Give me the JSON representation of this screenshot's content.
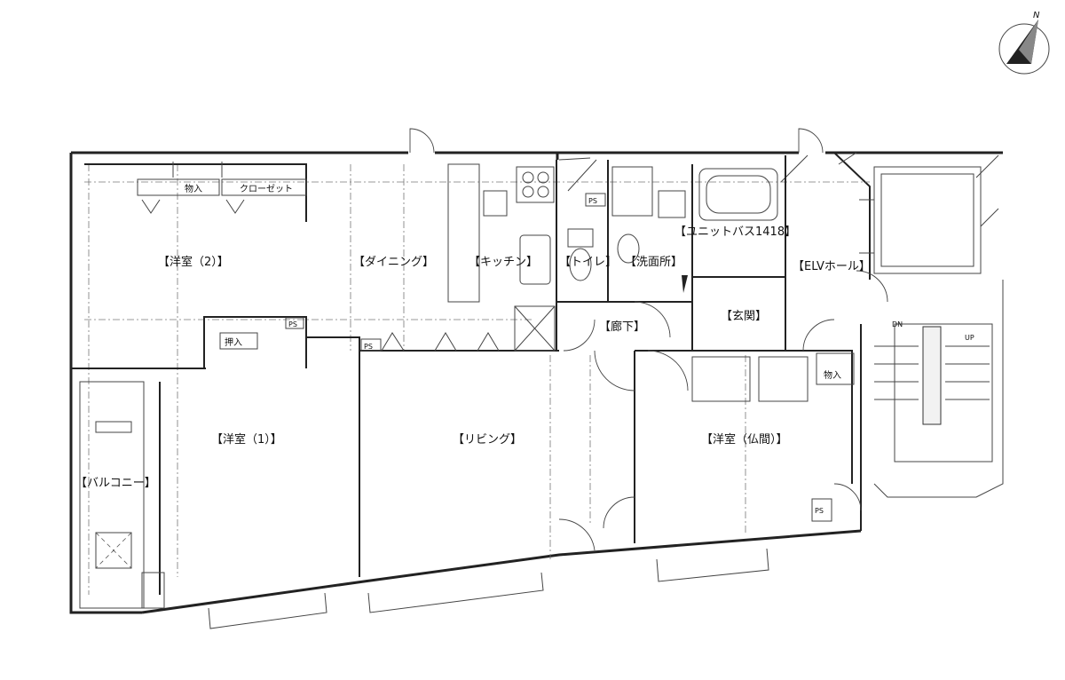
{
  "compass": {
    "north_letter": "N"
  },
  "rooms": {
    "western_room_2": "【洋室（2）】",
    "dining": "【ダイニング】",
    "kitchen": "【キッチン】",
    "toilet": "【トイレ】",
    "washroom": "【洗面所】",
    "unit_bath": "【ユニットバス1418】",
    "elv_hall": "【ELVホール】",
    "corridor": "【廊下】",
    "entrance": "【玄関】",
    "western_room_1": "【洋室（1）】",
    "living": "【リビング】",
    "western_room_buddha": "【洋室（仏間）】",
    "balcony": "【バルコニー】"
  },
  "storage": {
    "storage_top": "物入",
    "closet": "クローゼット",
    "oshiire": "押入",
    "storage_right": "物入"
  },
  "ps_labels": {
    "ps_1": "PS",
    "ps_2": "PS",
    "ps_3": "PS",
    "ps_4": "PS"
  },
  "stairs": {
    "down": "DN",
    "up": "UP"
  },
  "colors": {
    "line": "#222222",
    "background": "#ffffff"
  }
}
